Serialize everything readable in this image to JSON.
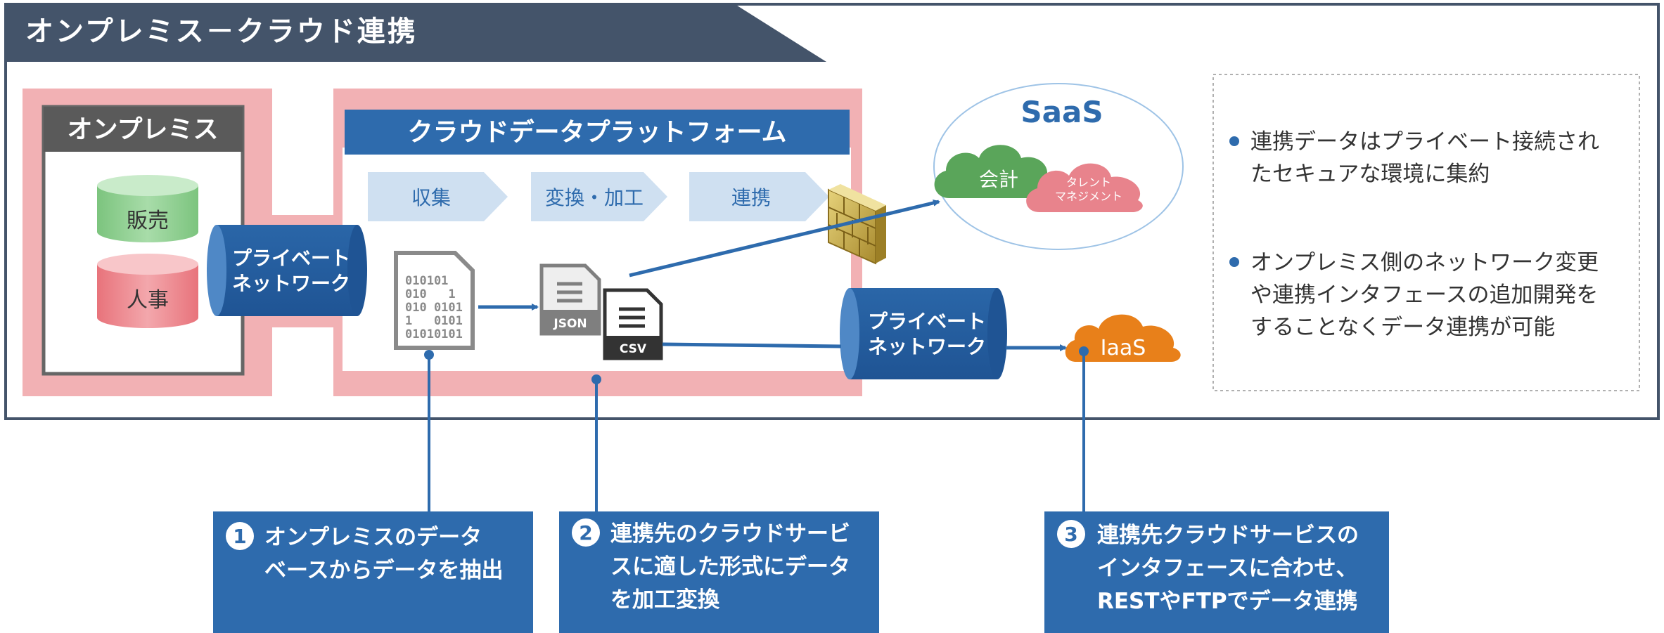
{
  "title": "オンプレミス－クラウド連携",
  "onprem": {
    "label": "オンプレミス",
    "db_sales": "販売",
    "db_hr": "人事"
  },
  "private_network_left": [
    "プライベート",
    "ネットワーク"
  ],
  "private_network_right": [
    "プライベート",
    "ネットワーク"
  ],
  "platform": {
    "label": "クラウドデータプラットフォーム",
    "steps": [
      "収集",
      "変換・加工",
      "連携"
    ],
    "json_label": "JSON",
    "csv_label": "CSV",
    "binary_rows": [
      "010101",
      "010   1",
      "010 0101",
      "1   0101",
      "01010101"
    ]
  },
  "saas": {
    "label": "SaaS",
    "accounting": "会計",
    "talent": [
      "タレント",
      "マネジメント"
    ]
  },
  "iaas": {
    "label": "IaaS"
  },
  "notes": [
    [
      "連携データはプライベート接続され",
      "たセキュアな環境に集約"
    ],
    [
      "オンプレミス側のネットワーク変更",
      "や連携インタフェースの追加開発を",
      "することなくデータ連携が可能"
    ]
  ],
  "callouts": [
    {
      "number": "1",
      "lines": [
        "オンプレミスのデータ",
        "ベースからデータを抽出"
      ]
    },
    {
      "number": "2",
      "lines": [
        "連携先のクラウドサービ",
        "スに適した形式にデータ",
        "を加工変換"
      ]
    },
    {
      "number": "3",
      "lines": [
        "連携先クラウドサービスの",
        "インタフェースに合わせ、",
        "RESTやFTPでデータ連携"
      ]
    }
  ],
  "colors": {
    "header": "#44546a",
    "blue": "#2e6bad",
    "pink": "#f2b1b4",
    "green": "#5aa55a",
    "orange": "#e8801a"
  }
}
